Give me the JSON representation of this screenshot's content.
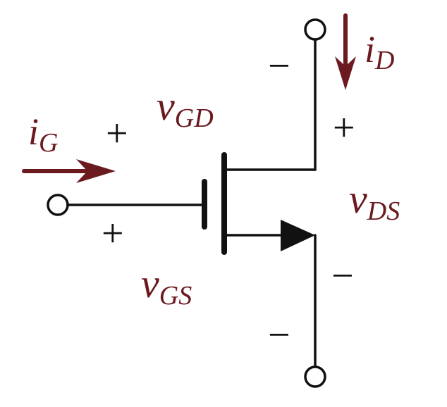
{
  "labels": {
    "iG": {
      "main": "i",
      "sub": "G"
    },
    "iD": {
      "main": "i",
      "sub": "D"
    },
    "vGD": {
      "main": "v",
      "sub": "GD"
    },
    "vGS": {
      "main": "v",
      "sub": "GS"
    },
    "vDS": {
      "main": "v",
      "sub": "DS"
    }
  },
  "signs": {
    "plus": "+",
    "minus": "−"
  },
  "colors": {
    "wire": "#111111",
    "label": "#6b1a1f"
  }
}
